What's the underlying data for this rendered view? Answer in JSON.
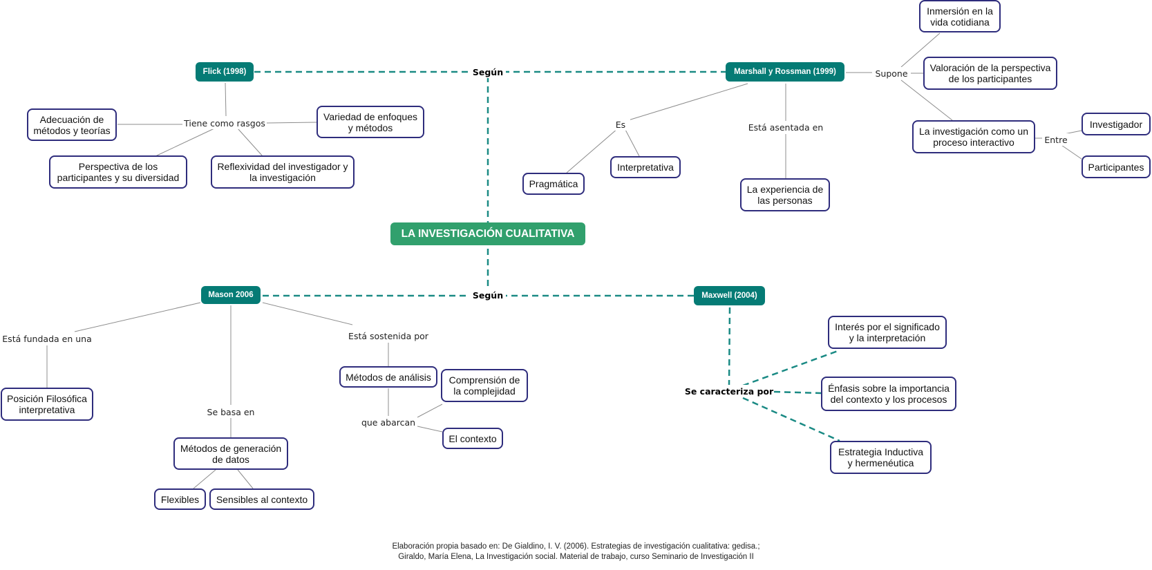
{
  "center": "LA INVESTIGACIÓN CUALITATIVA",
  "connectors": {
    "segun_top": "Según",
    "segun_bottom": "Según"
  },
  "flick": {
    "title": "Flick (1998)",
    "link": "Tiene como rasgos",
    "items": [
      "Adecuación de métodos y teorías",
      "Variedad de enfoques y métodos",
      "Perspectiva de los participantes y su diversidad",
      "Reflexividad del investigador y la investigación"
    ]
  },
  "marshall": {
    "title": "Marshall y Rossman (1999)",
    "link_es": "Es",
    "es_items": [
      "Pragmática",
      "Interpretativa"
    ],
    "link_asentada": "Está asentada en",
    "asentada_item": "La experiencia de las personas",
    "link_supone": "Supone",
    "supone_items": [
      "Inmersión en la vida cotidiana",
      "Valoración de la perspectiva de los participantes",
      "La investigación como un proceso interactivo"
    ],
    "link_entre": "Entre",
    "entre_items": [
      "Investigador",
      "Participantes"
    ]
  },
  "mason": {
    "title": "Mason 2006",
    "link_fundada": "Está fundada en una",
    "fundada_item": "Posición Filosófica interpretativa",
    "link_basa": "Se basa en",
    "basa_item": "Métodos de generación de datos",
    "basa_subitems": [
      "Flexibles",
      "Sensibles al contexto"
    ],
    "link_sostenida": "Está sostenida por",
    "sostenida_item": "Métodos de análisis",
    "link_abarcan": "que abarcan",
    "abarcan_items": [
      "Comprensión de la complejidad",
      "El contexto"
    ]
  },
  "maxwell": {
    "title": "Maxwell (2004)",
    "link": "Se caracteriza por",
    "items": [
      "Interés por el significado y la interpretación",
      "Énfasis sobre la importancia del contexto y los procesos",
      "Estrategia Inductiva y hermenéutica"
    ]
  },
  "footer": {
    "line1": "Elaboración propia basado en: De Gialdino, I. V. (2006). Estrategias de investigación cualitativa: gedisa.;",
    "line2": "Giraldo, María Elena, La Investigación social. Material de trabajo, curso Seminario de Investigación II"
  },
  "colors": {
    "center": "#31a06d",
    "author": "#057b75",
    "box_border": "#2e2c7c",
    "dashed": "#1a8a84",
    "thin_line": "#8c8c8c"
  }
}
